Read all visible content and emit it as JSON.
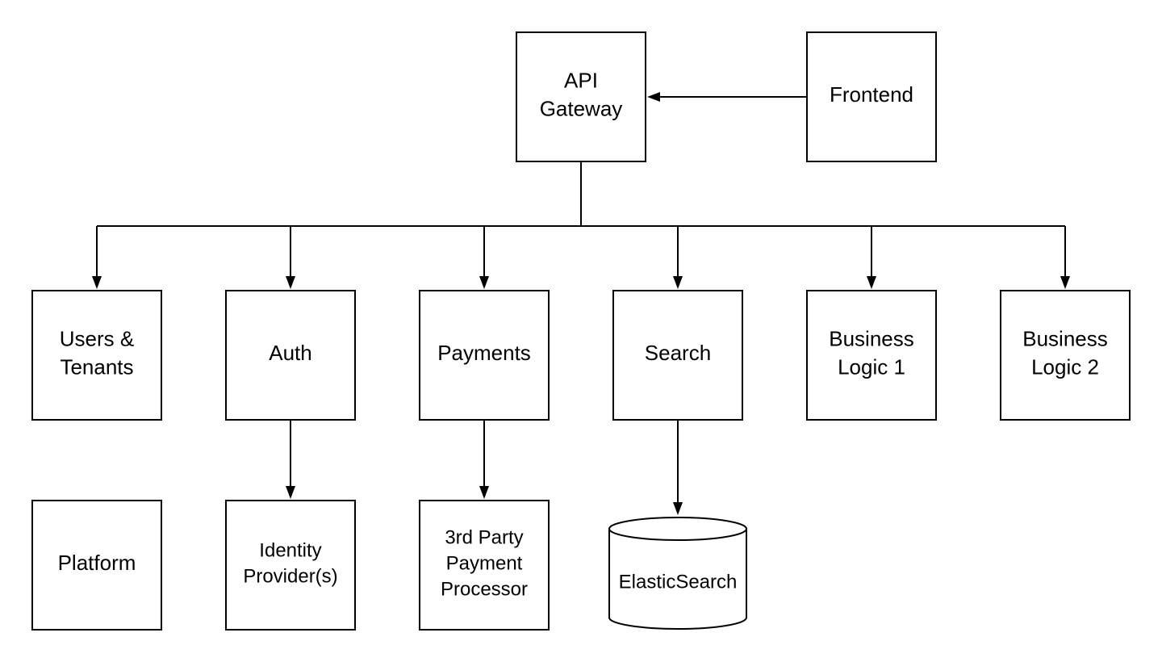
{
  "nodes": {
    "api_gateway": {
      "lines": [
        "API",
        "Gateway"
      ]
    },
    "frontend": {
      "lines": [
        "Frontend"
      ]
    },
    "users_tenants": {
      "lines": [
        "Users &",
        "Tenants"
      ]
    },
    "auth": {
      "lines": [
        "Auth"
      ]
    },
    "payments": {
      "lines": [
        "Payments"
      ]
    },
    "search": {
      "lines": [
        "Search"
      ]
    },
    "business_logic_1": {
      "lines": [
        "Business",
        "Logic 1"
      ]
    },
    "business_logic_2": {
      "lines": [
        "Business",
        "Logic 2"
      ]
    },
    "platform": {
      "lines": [
        "Platform"
      ]
    },
    "identity_providers": {
      "lines": [
        "Identity",
        "Provider(s)"
      ]
    },
    "payment_processor": {
      "lines": [
        "3rd Party",
        "Payment",
        "Processor"
      ]
    },
    "elasticsearch": {
      "lines": [
        "ElasticSearch"
      ]
    }
  },
  "edges": [
    {
      "from": "frontend",
      "to": "api_gateway"
    },
    {
      "from": "api_gateway",
      "to": "users_tenants"
    },
    {
      "from": "api_gateway",
      "to": "auth"
    },
    {
      "from": "api_gateway",
      "to": "payments"
    },
    {
      "from": "api_gateway",
      "to": "search"
    },
    {
      "from": "api_gateway",
      "to": "business_logic_1"
    },
    {
      "from": "api_gateway",
      "to": "business_logic_2"
    },
    {
      "from": "auth",
      "to": "identity_providers"
    },
    {
      "from": "payments",
      "to": "payment_processor"
    },
    {
      "from": "search",
      "to": "elasticsearch"
    }
  ],
  "colors": {
    "stroke": "#000000",
    "fill": "#ffffff",
    "text": "#000000"
  }
}
